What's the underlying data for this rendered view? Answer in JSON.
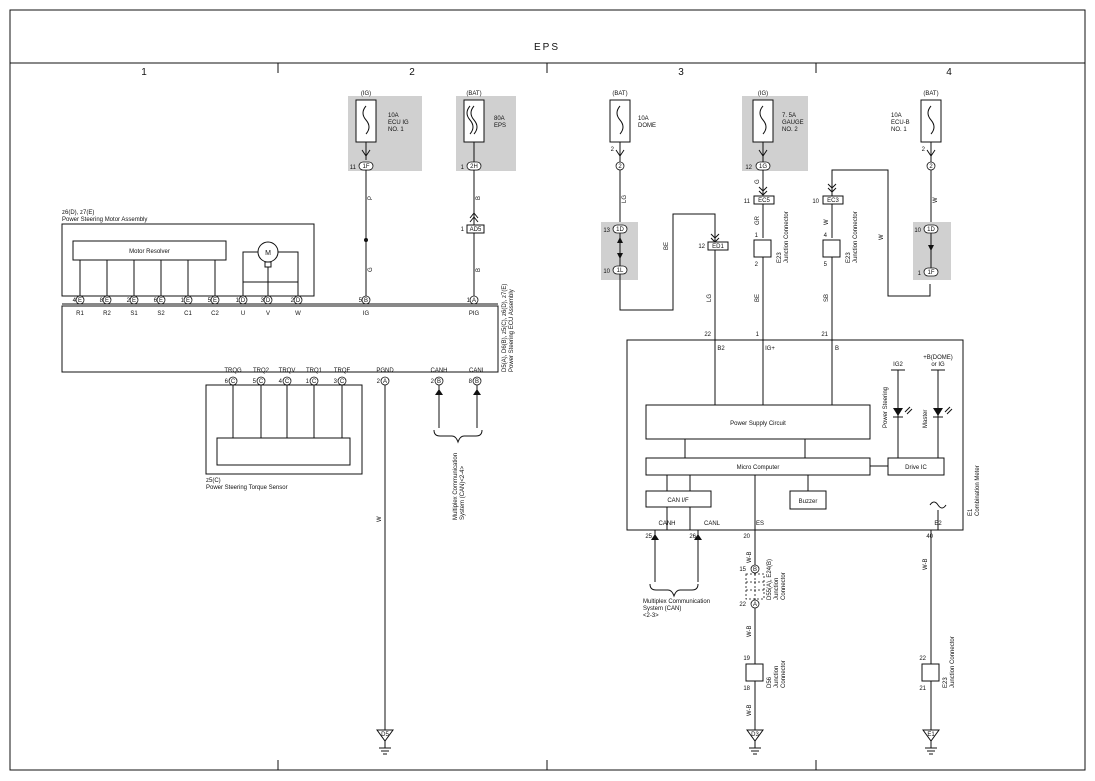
{
  "title": "EPS",
  "columns": [
    "1",
    "2",
    "3",
    "4"
  ],
  "fuses": {
    "ecu_ig": {
      "supply": "(IG)",
      "rating": "10A",
      "name1": "ECU IG",
      "name2": "NO. 1",
      "pin": "11",
      "conn": "1F"
    },
    "eps": {
      "supply": "(BAT)",
      "rating": "80A",
      "name1": "EPS",
      "pin": "1",
      "conn": "2H"
    },
    "dome": {
      "supply": "(BAT)",
      "rating": "10A",
      "name1": "DOME",
      "pin": "2",
      "conn": "2"
    },
    "gauge": {
      "supply": "(IG)",
      "rating": "7. 5A",
      "name1": "GAUGE",
      "name2": "NO. 2",
      "pin": "12",
      "conn": "1G"
    },
    "ecu_b": {
      "supply": "(BAT)",
      "rating": "10A",
      "name1": "ECU-B",
      "name2": "NO. 1",
      "pin": "2",
      "conn": "2"
    }
  },
  "wires": {
    "P": "P",
    "G": "G",
    "B1": "B",
    "B2": "B",
    "LG1": "LG",
    "LG2": "LG",
    "BE1": "BE",
    "BE2": "BE",
    "G2": "G",
    "GR": "GR",
    "W1": "W",
    "W2": "W",
    "W3": "W",
    "SB": "SB",
    "WB1": "W-B",
    "WB2": "W-B",
    "WB3": "W-B",
    "WB4": "W-B",
    "Wgnd": "W"
  },
  "connectors": {
    "ad5": {
      "pin": "1",
      "name": "AD5"
    },
    "ed1": {
      "pin": "12",
      "name": "ED1"
    },
    "ec5": {
      "pin": "11",
      "name": "EC5"
    },
    "ec3": {
      "pin": "10",
      "name": "EC3"
    },
    "jb1D": {
      "pin": "13",
      "conn": "1D"
    },
    "jb1L": {
      "pin": "10",
      "conn": "1L"
    },
    "jb4_1D": {
      "pin": "10",
      "conn": "1D"
    },
    "jb4_1F": {
      "pin": "1",
      "conn": "1F"
    },
    "e23a": {
      "p1": "1",
      "p2": "2",
      "name": "E23",
      "desc": "Junction Connector"
    },
    "e23b": {
      "p1": "4",
      "p2": "5",
      "name": "E23",
      "desc": "Junction Connector"
    },
    "e23c": {
      "p1": "22",
      "p2": "21",
      "name": "E23",
      "desc": "Junction Connector"
    },
    "d56": {
      "p1": "19",
      "p2": "18",
      "name": "D56",
      "desc1": "Junction",
      "desc2": "Connector"
    },
    "d55": {
      "p1": "15",
      "c1": "B",
      "p2": "22",
      "c2": "A",
      "name": "D55(A), E24(B)",
      "desc1": "Junction",
      "desc2": "Connector"
    }
  },
  "motor": {
    "label": "z6(D), z7(E)",
    "name": "Power Steering Motor Assembly",
    "resolver": "Motor Resolver",
    "symbol": "M",
    "pins": [
      {
        "num": "4",
        "conn": "E",
        "sig": "R1"
      },
      {
        "num": "8",
        "conn": "E",
        "sig": "R2"
      },
      {
        "num": "2",
        "conn": "E",
        "sig": "S1"
      },
      {
        "num": "6",
        "conn": "E",
        "sig": "S2"
      },
      {
        "num": "1",
        "conn": "E",
        "sig": "C1"
      },
      {
        "num": "5",
        "conn": "E",
        "sig": "C2"
      },
      {
        "num": "1",
        "conn": "D",
        "sig": "U"
      },
      {
        "num": "3",
        "conn": "D",
        "sig": "V"
      },
      {
        "num": "2",
        "conn": "D",
        "sig": "W"
      }
    ]
  },
  "ecu": {
    "name": "Power Steering ECU Assembly",
    "label": "D5(A), D6(B), z5(C), z6(D), z7(E)",
    "ig": {
      "num": "5",
      "conn": "B",
      "sig": "IG"
    },
    "pig": {
      "num": "1",
      "conn": "A",
      "sig": "PIG"
    },
    "pgnd": {
      "num": "2",
      "conn": "A",
      "sig": "PGND"
    },
    "canh": {
      "num": "2",
      "conn": "B",
      "sig": "CANH"
    },
    "canl": {
      "num": "8",
      "conn": "B",
      "sig": "CANL"
    },
    "torque_pins": [
      {
        "num": "6",
        "conn": "C",
        "sig": "TRQG"
      },
      {
        "num": "5",
        "conn": "C",
        "sig": "TRQ2"
      },
      {
        "num": "4",
        "conn": "C",
        "sig": "TRQV"
      },
      {
        "num": "1",
        "conn": "C",
        "sig": "TRQ1"
      },
      {
        "num": "3",
        "conn": "C",
        "sig": "TRQF"
      }
    ]
  },
  "torque_sensor": {
    "label": "z5(C)",
    "name": "Power Steering Torque Sensor"
  },
  "mux1": {
    "line1": "Multiplex Communication",
    "line2": "System (CAN)<2-4>"
  },
  "mux2": {
    "line1": "Multiplex Communication",
    "line2": "System (CAN)",
    "line3": "<2-3>"
  },
  "meter": {
    "label": "E1",
    "name": "Combination Meter",
    "pins": {
      "b2": {
        "num": "22",
        "sig": "B2"
      },
      "igp": {
        "num": "1",
        "sig": "IG+"
      },
      "b": {
        "num": "21",
        "sig": "B"
      },
      "canh": {
        "num": "25",
        "sig": "CANH"
      },
      "canl": {
        "num": "26",
        "sig": "CANL"
      },
      "es": {
        "num": "20",
        "sig": "ES"
      },
      "e2": {
        "num": "40",
        "sig": "E2"
      }
    },
    "psc": "Power Supply Circuit",
    "micro": "Micro Computer",
    "canif": "CAN I/F",
    "buzzer": "Buzzer",
    "drive": "Drive IC",
    "ig2": "IG2",
    "bdome1": "+B(DOME)",
    "bdome2": "or IG",
    "ps_lamp": "Power Steering",
    "master_lamp": "Master"
  },
  "grounds": {
    "d5": "D5",
    "d3": "D3",
    "e1": "E1"
  }
}
